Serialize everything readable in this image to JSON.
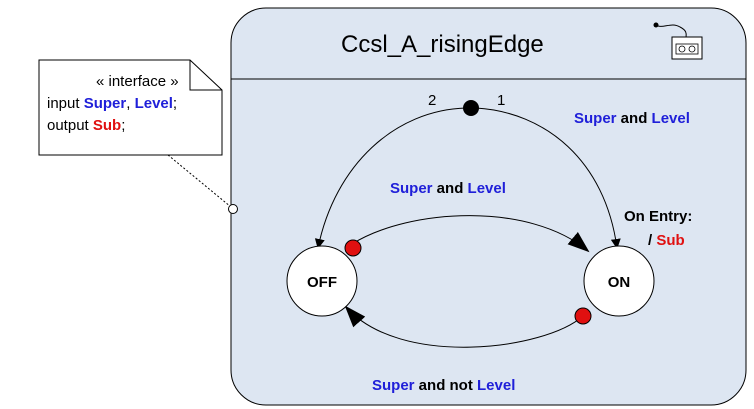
{
  "colors": {
    "blue": "#1f1fd9",
    "red": "#e01010",
    "machine_fill": "#dde6f2",
    "state_fill": "#ffffff",
    "outline": "#000000"
  },
  "note": {
    "stereotype": "« interface »",
    "input_keyword": "input ",
    "input_var1": "Super",
    "input_sep": ", ",
    "input_var2": "Level",
    "input_end": ";",
    "output_keyword": "output ",
    "output_var": "Sub",
    "output_end": ";"
  },
  "machine": {
    "title": "Ccsl_A_risingEdge",
    "icon": "tape-recorder-icon"
  },
  "initial": {
    "priority_left": "2",
    "priority_right": "1"
  },
  "states": {
    "off": "OFF",
    "on": "ON"
  },
  "transitions": {
    "init_to_on": {
      "var1": "Super",
      "word": " and ",
      "var2": "Level"
    },
    "off_to_on": {
      "var1": "Super",
      "word": " and ",
      "var2": "Level"
    },
    "on_to_off": {
      "var1": "Super",
      "word": " and not ",
      "var2": "Level"
    }
  },
  "on_entry": {
    "label": "On Entry:",
    "action_prefix": "/ ",
    "action_var": "Sub"
  }
}
